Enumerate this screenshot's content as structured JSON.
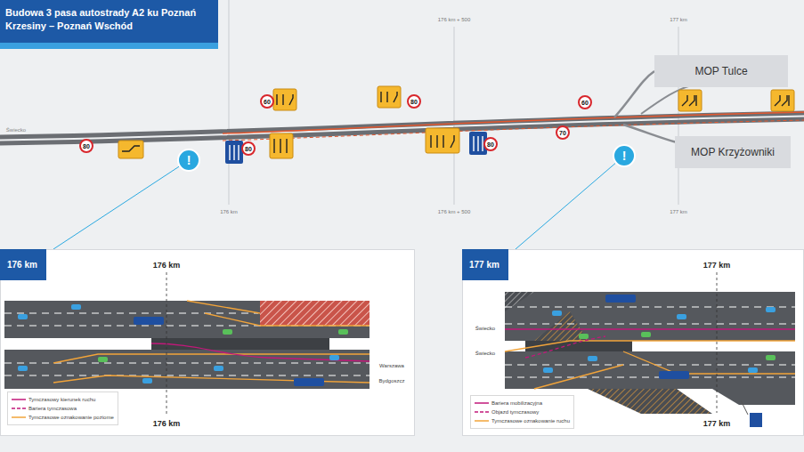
{
  "diagram": {
    "title": "Budowa 3 pasa autostrady A2 ku Poznań Krzesiny – Poznań Wschód",
    "nodes": [
      {
        "text": [
          "MOP Tulce"
        ]
      },
      {
        "text": [
          "MOP Krzyżowniki"
        ]
      },
      {
        "text": [
          "!"
        ]
      },
      {
        "text": [
          "!"
        ]
      },
      {
        "text": [
          "176 km"
        ]
      },
      {
        "text": [
          "177 km"
        ]
      }
    ],
    "edges": [
      {
        "from": 2,
        "to": 4,
        "arrow": "none"
      },
      {
        "from": 3,
        "to": 5,
        "arrow": "none"
      }
    ],
    "labels": [
      "176 km",
      "176 km + 500",
      "177 km",
      "176 km + 500",
      "177 km",
      "Świecko",
      "80",
      "60",
      "80",
      "80",
      "60",
      "70",
      "80",
      "176 km",
      "176 km",
      "Warszawa",
      "Bydgoszcz",
      "177 km",
      "177 km",
      "Świecko",
      "Świecko"
    ],
    "legend": [
      {
        "text": "Tymczasowy kierunek ruchu"
      },
      {
        "text": "Bariera tymczasowa"
      },
      {
        "text": "Tymczasowe oznakowanie poziome"
      },
      {
        "text": "Bariera mobilizacyjna"
      },
      {
        "text": "Objazd tymczasowy"
      },
      {
        "text": "Tymczasowe oznakowanie ruchu"
      }
    ]
  }
}
